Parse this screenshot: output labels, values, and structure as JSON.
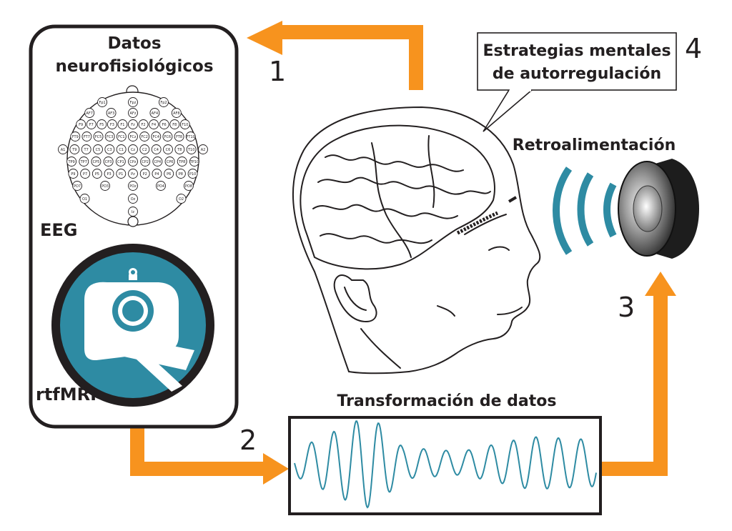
{
  "panel": {
    "title_line1": "Datos",
    "title_line2": "neurofisiológicos",
    "eeg_label": "EEG",
    "mri_label": "rtfMRI"
  },
  "steps": {
    "step1": "1",
    "step2": "2",
    "step3": "3",
    "step4": "4"
  },
  "strategy_box": {
    "line1": "Estrategias mentales",
    "line2": "de autorregulación"
  },
  "feedback_label": "Retroalimentación",
  "transform_label": "Transformación de datos",
  "eeg_electrodes": [
    "Fp1",
    "Fpz",
    "Fp2",
    "AF7",
    "AF3",
    "AFz",
    "AF4",
    "AF8",
    "F9",
    "F7",
    "F5",
    "F3",
    "F1",
    "Fz",
    "F2",
    "F4",
    "F6",
    "F8",
    "F10",
    "FT9",
    "FT7",
    "FC5",
    "FC3",
    "FC1",
    "FCz",
    "FC2",
    "FC4",
    "FC6",
    "FT8",
    "FT10",
    "A1",
    "T9",
    "T7",
    "C5",
    "C3",
    "C1",
    "Cz",
    "C2",
    "C4",
    "C6",
    "T8",
    "T10",
    "A2",
    "TP9",
    "TP7",
    "CP5",
    "CP3",
    "CP1",
    "CPz",
    "CP2",
    "CP4",
    "CP6",
    "TP8",
    "TP10",
    "P9",
    "P7",
    "P5",
    "P3",
    "P1",
    "Pz",
    "P2",
    "P4",
    "P6",
    "P8",
    "P10",
    "PO7",
    "PO3",
    "POz",
    "PO4",
    "PO8",
    "O1",
    "Oz",
    "O2",
    "Iz"
  ],
  "colors": {
    "arrow": "#f7931e",
    "teal": "#2e8ba3",
    "outline": "#231f20"
  }
}
